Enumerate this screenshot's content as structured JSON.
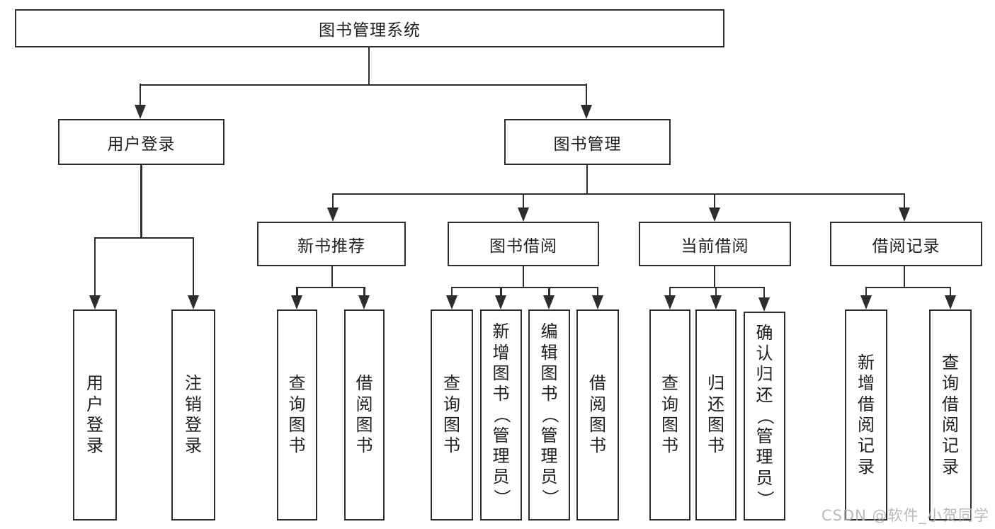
{
  "diagram_title": "图书管理系统",
  "tree": {
    "label": "图书管理系统",
    "children": [
      {
        "label": "用户登录",
        "children": [
          {
            "label": "用户登录"
          },
          {
            "label": "注销登录"
          }
        ]
      },
      {
        "label": "图书管理",
        "children": [
          {
            "label": "新书推荐",
            "children": [
              {
                "label": "查询图书"
              },
              {
                "label": "借阅图书"
              }
            ]
          },
          {
            "label": "图书借阅",
            "children": [
              {
                "label": "查询图书"
              },
              {
                "label": "新增图书（管理员）"
              },
              {
                "label": "编辑图书（管理员）"
              },
              {
                "label": "借阅图书"
              }
            ]
          },
          {
            "label": "当前借阅",
            "children": [
              {
                "label": "查询图书"
              },
              {
                "label": "归还图书"
              },
              {
                "label": "确认归还（管理员）"
              }
            ]
          },
          {
            "label": "借阅记录",
            "children": [
              {
                "label": "新增借阅记录"
              },
              {
                "label": "查询借阅记录"
              }
            ]
          }
        ]
      }
    ]
  },
  "watermark": "CSDN @软件_小贺同学",
  "colors": {
    "line": "#2d2d2d",
    "text": "#1e1e1e",
    "watermark": "#b2b2b2",
    "background": "#ffffff"
  }
}
